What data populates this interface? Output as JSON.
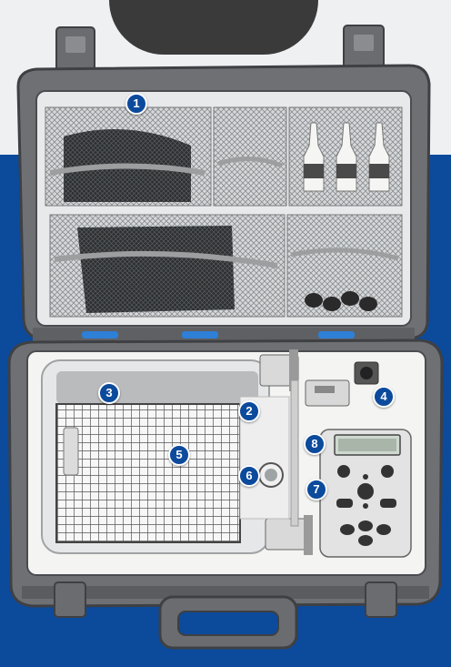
{
  "callouts": [
    {
      "label": "1"
    },
    {
      "label": "2"
    },
    {
      "label": "3"
    },
    {
      "label": "4"
    },
    {
      "label": "5"
    },
    {
      "label": "6"
    },
    {
      "label": "7"
    },
    {
      "label": "8"
    }
  ],
  "colors": {
    "brand_blue": "#0c4a9c",
    "case_gray": "#6e7073",
    "case_dark": "#3e4043",
    "interior_white": "#f4f4f2"
  },
  "icons": [
    "case-icon",
    "mesh-pocket-icon",
    "dropper-bottle-icon",
    "grid-basket-icon",
    "keypad-icon",
    "display-icon",
    "hinge-icon",
    "handle-icon",
    "latch-icon"
  ]
}
